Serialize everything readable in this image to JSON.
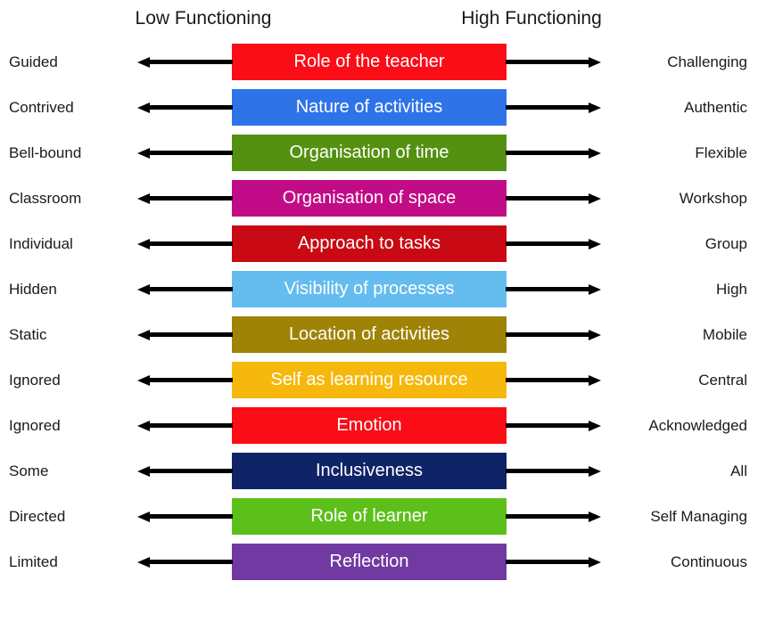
{
  "header": {
    "low": "Low Functioning",
    "high": "High Functioning"
  },
  "arrow_color": "#000000",
  "rows": [
    {
      "low_label": "Guided",
      "dimension": "Role of the teacher",
      "color": "#fa0d17",
      "high_label": "Challenging"
    },
    {
      "low_label": "Contrived",
      "dimension": "Nature of activities",
      "color": "#2e74e8",
      "high_label": "Authentic"
    },
    {
      "low_label": "Bell-bound",
      "dimension": "Organisation of time",
      "color": "#549110",
      "high_label": "Flexible"
    },
    {
      "low_label": "Classroom",
      "dimension": "Organisation of space",
      "color": "#c20b86",
      "high_label": "Workshop"
    },
    {
      "low_label": "Individual",
      "dimension": "Approach to tasks",
      "color": "#c90913",
      "high_label": "Group"
    },
    {
      "low_label": "Hidden",
      "dimension": "Visibility of processes",
      "color": "#64bcef",
      "high_label": "High"
    },
    {
      "low_label": "Static",
      "dimension": "Location of activities",
      "color": "#9e8306",
      "high_label": "Mobile"
    },
    {
      "low_label": "Ignored",
      "dimension": "Self as learning resource",
      "color": "#f6b80d",
      "high_label": "Central"
    },
    {
      "low_label": "Ignored",
      "dimension": "Emotion",
      "color": "#fa0d17",
      "high_label": "Acknowledged"
    },
    {
      "low_label": "Some",
      "dimension": "Inclusiveness",
      "color": "#0f2367",
      "high_label": "All"
    },
    {
      "low_label": "Directed",
      "dimension": "Role of learner",
      "color": "#5dc01a",
      "high_label": "Self Managing"
    },
    {
      "low_label": "Limited",
      "dimension": "Reflection",
      "color": "#7139a2",
      "high_label": "Continuous"
    }
  ]
}
